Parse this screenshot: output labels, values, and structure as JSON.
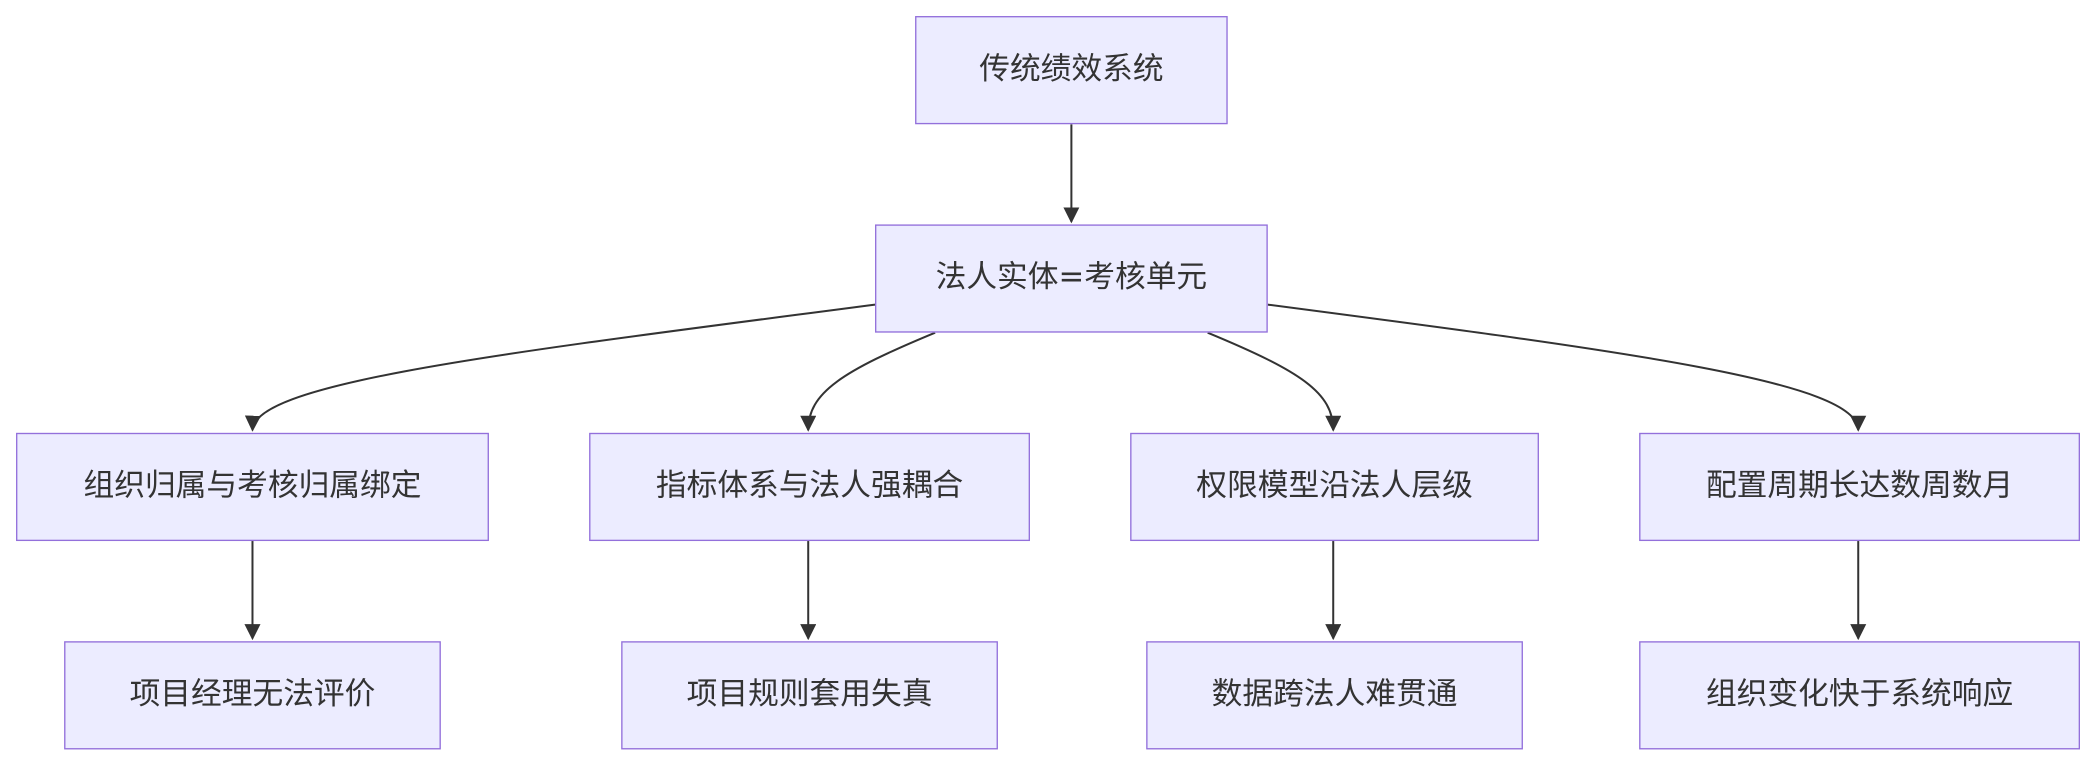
{
  "diagram": {
    "type": "flowchart",
    "direction": "top-down",
    "colors": {
      "node_fill": "#ececff",
      "node_border": "#9370db",
      "text": "#333333",
      "edge": "#333333"
    },
    "nodes": {
      "root": "传统绩效系统",
      "mid": "法人实体=考核单元",
      "c1": "组织归属与考核归属绑定",
      "c2": "指标体系与法人强耦合",
      "c3": "权限模型沿法人层级",
      "c4": "配置周期长达数周数月",
      "g1": "项目经理无法评价",
      "g2": "项目规则套用失真",
      "g3": "数据跨法人难贯通",
      "g4": "组织变化快于系统响应"
    },
    "edges": [
      [
        "root",
        "mid"
      ],
      [
        "mid",
        "c1"
      ],
      [
        "mid",
        "c2"
      ],
      [
        "mid",
        "c3"
      ],
      [
        "mid",
        "c4"
      ],
      [
        "c1",
        "g1"
      ],
      [
        "c2",
        "g2"
      ],
      [
        "c3",
        "g3"
      ],
      [
        "c4",
        "g4"
      ]
    ]
  }
}
